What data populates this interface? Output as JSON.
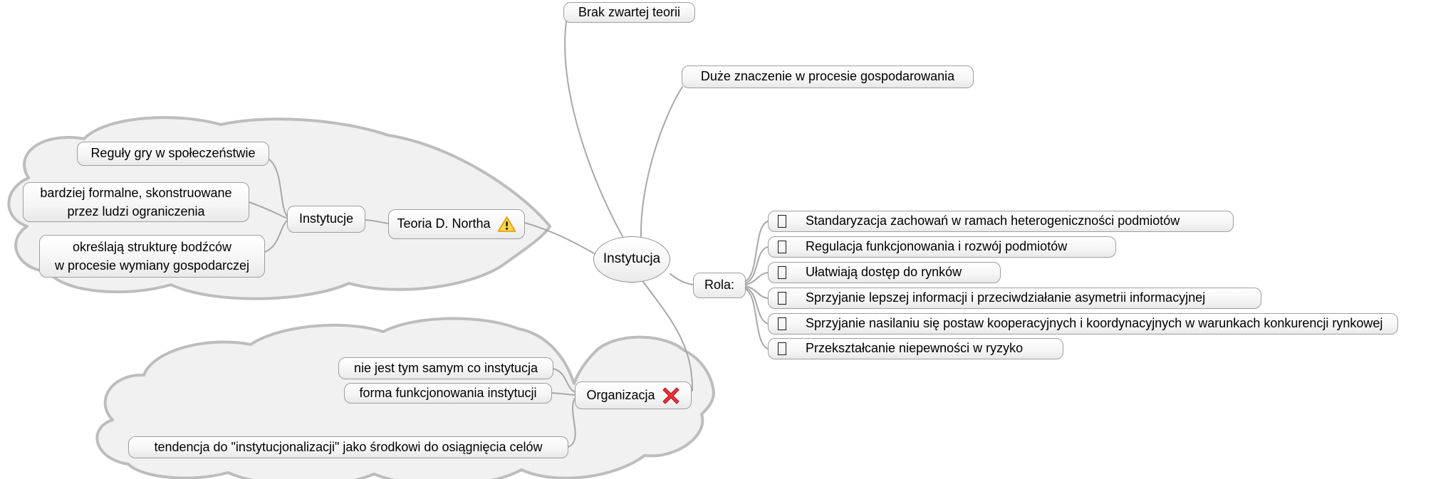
{
  "diagram": {
    "type": "mind-map",
    "root": {
      "label": "Instytucja"
    },
    "branches": {
      "brak_teorii": {
        "label": "Brak zwartej teorii"
      },
      "duze_znaczenie": {
        "label": "Duże znaczenie w procesie gospodarowania"
      },
      "teoria": {
        "label": "Teoria D. Northa",
        "icon": "warning-triangle-icon"
      },
      "instytucje": {
        "label": "Instytucje",
        "children": {
          "reguly": {
            "label": "Reguły gry w społeczeństwie"
          },
          "bardziej": {
            "line1": "bardziej formalne, skonstruowane",
            "line2": "przez ludzi ograniczenia"
          },
          "okreslaja": {
            "line1": "określają strukturę bodźców",
            "line2": "w procesie wymiany gospodarczej"
          }
        }
      },
      "rola": {
        "label": "Rola:",
        "bullet_icon": "missing-glyph-box",
        "items": [
          "Standaryzacja zachowań w ramach heterogeniczności podmiotów",
          "Regulacja funkcjonowania i rozwój podmiotów",
          "Ułatwiają dostęp do rynków",
          "Sprzyjanie lepszej informacji i przeciwdziałanie asymetrii informacyjnej",
          "Sprzyjanie nasilaniu się postaw kooperacyjnych i koordynacyjnych w warunkach konkurencji rynkowej",
          "Przekształcanie niepewności w ryzyko"
        ]
      },
      "organizacja": {
        "label": "Organizacja",
        "icon": "red-cross-icon",
        "children": {
          "nie_jest": {
            "label": "nie jest tym samym co instytucja"
          },
          "forma": {
            "label": "forma funkcjonowania instytucji"
          },
          "tendencja": {
            "label": "tendencja do \"instytucjonalizacji\" jako środkowi do osiągnięcia celów"
          }
        }
      }
    },
    "colors": {
      "cloud_fill": "#f1f1f1",
      "cloud_border": "#bdbdbd",
      "edge": "#a8a8a8",
      "node_border": "#9f9f9f",
      "warning_yellow": "#ffd54a",
      "warning_outline": "#e0a117",
      "cross_red": "#e8323c",
      "text": "#000000"
    }
  }
}
